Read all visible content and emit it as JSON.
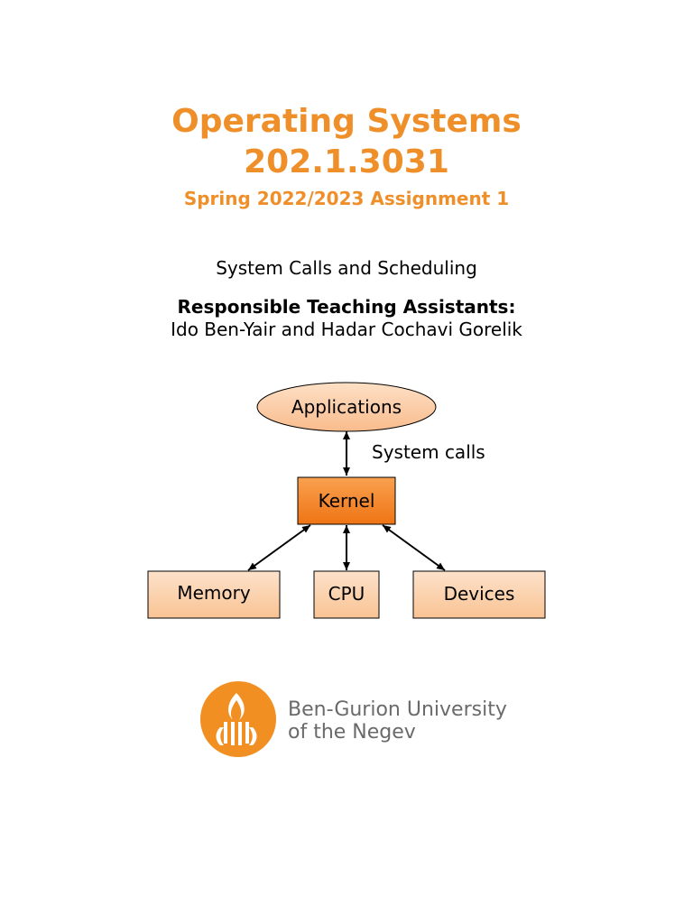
{
  "document": {
    "title_line1": "Operating Systems",
    "title_line2": "202.1.3031",
    "subtitle": "Spring 2022/2023 Assignment 1",
    "topic": "System Calls and Scheduling",
    "ta_heading": "Responsible Teaching Assistants:",
    "ta_names": "Ido Ben-Yair and Hadar Cochavi Gorelik"
  },
  "diagram": {
    "applications": "Applications",
    "edge_label": "System calls",
    "kernel": "Kernel",
    "memory": "Memory",
    "cpu": "CPU",
    "devices": "Devices"
  },
  "logo": {
    "line1": "Ben-Gurion University",
    "line2": "of the Negev",
    "color": "#f18f22"
  },
  "colors": {
    "heading": "#ef8f2a",
    "kernel_fill": "#f07f1c",
    "box_fill": "#fbc79c"
  }
}
